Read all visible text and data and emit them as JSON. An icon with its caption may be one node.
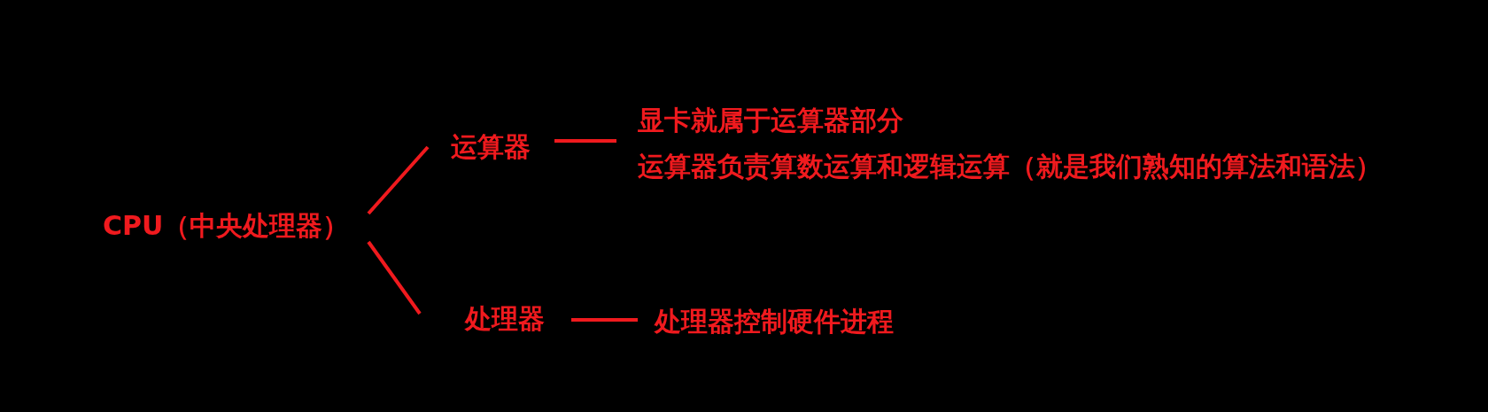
{
  "diagram": {
    "nodes": [
      {
        "text": [
          "CPU（中央处理器）"
        ]
      },
      {
        "text": [
          "运算器"
        ]
      },
      {
        "text": [
          "显卡就属于运算器部分",
          "运算器负责算数运算和逻辑运算（就是我们熟知的算法和语法）"
        ]
      },
      {
        "text": [
          "处理器"
        ]
      },
      {
        "text": [
          "处理器控制硬件进程"
        ]
      }
    ],
    "edges": [
      {
        "from": 0,
        "to": 1,
        "arrow": "none"
      },
      {
        "from": 1,
        "to": 2,
        "arrow": "none"
      },
      {
        "from": 0,
        "to": 3,
        "arrow": "none"
      },
      {
        "from": 3,
        "to": 4,
        "arrow": "none"
      }
    ]
  }
}
